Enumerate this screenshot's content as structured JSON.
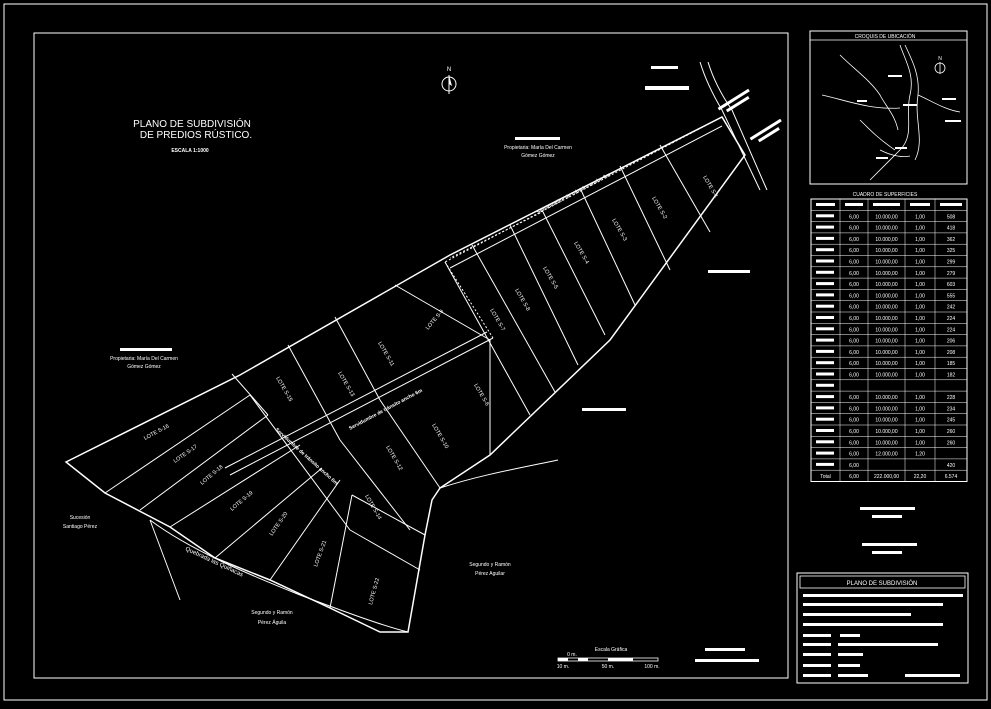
{
  "plan": {
    "title_line1": "PLANO DE SUBDIVISIÓN",
    "title_line2": "DE PREDIOS RÚSTICO.",
    "scale": "ESCALA 1:1000",
    "north": "N"
  },
  "owners": {
    "top_right_line1": "Propietaria: María Del Carmen",
    "top_right_line2": "Gómez Gómez",
    "left_line1": "Propietaria: María Del Carmen",
    "left_line2": "Gómez Gómez",
    "sucesion_line1": "Sucesión",
    "sucesion_line2": "Santiago Pérez",
    "segundo_right_line1": "Segundo y Ramón",
    "segundo_right_line2": "Pérez Aguilar",
    "segundo_bottom_line1": "Segundo y Ramón",
    "segundo_bottom_line2": "Pérez Águila"
  },
  "labels": {
    "quebrada": "Quebrada las Quiñacas",
    "servidumbre_1": "Servidumbre de tránsito ancho 6m",
    "servidumbre_2": "Servidumbre de tránsito ancho 6m",
    "servidumbre_3": "Servidumbre de tránsito ancho 6m"
  },
  "lots": [
    {
      "name": "LOTE S-1"
    },
    {
      "name": "LOTE S-2"
    },
    {
      "name": "LOTE S-3"
    },
    {
      "name": "LOTE S-4"
    },
    {
      "name": "LOTE S-5"
    },
    {
      "name": "LOTE S-6"
    },
    {
      "name": "LOTE S-7"
    },
    {
      "name": "LOTE S-8"
    },
    {
      "name": "LOTE S-9"
    },
    {
      "name": "LOTE S-10"
    },
    {
      "name": "LOTE S-11"
    },
    {
      "name": "LOTE S-12"
    },
    {
      "name": "LOTE S-13"
    },
    {
      "name": "LOTE S-14"
    },
    {
      "name": "LOTE S-15"
    },
    {
      "name": "LOTE S-16"
    },
    {
      "name": "LOTE S-17"
    },
    {
      "name": "LOTE S-18"
    },
    {
      "name": "LOTE S-19"
    },
    {
      "name": "LOTE S-20"
    },
    {
      "name": "LOTE S-21"
    },
    {
      "name": "LOTE S-22"
    }
  ],
  "scale_bar": {
    "title": "Escala Gráfica",
    "tick0": "0 m.",
    "tick1": "10 m.",
    "tick2": "50 m.",
    "tick3": "100 m."
  },
  "location": {
    "title": "CROQUIS DE UBICACIÓN",
    "north": "N"
  },
  "table": {
    "title": "CUADRO DE SUPERFICIES",
    "rows": [
      {
        "c1": "6,00",
        "c2": "10.000,00",
        "c3": "1,00",
        "c4": "508"
      },
      {
        "c1": "6,00",
        "c2": "10.000,00",
        "c3": "1,00",
        "c4": "418"
      },
      {
        "c1": "6,00",
        "c2": "10.000,00",
        "c3": "1,00",
        "c4": "362"
      },
      {
        "c1": "6,00",
        "c2": "10.000,00",
        "c3": "1,00",
        "c4": "325"
      },
      {
        "c1": "6,00",
        "c2": "10.000,00",
        "c3": "1,00",
        "c4": "299"
      },
      {
        "c1": "6,00",
        "c2": "10.000,00",
        "c3": "1,00",
        "c4": "279"
      },
      {
        "c1": "6,00",
        "c2": "10.000,00",
        "c3": "1,00",
        "c4": "603"
      },
      {
        "c1": "6,00",
        "c2": "10.000,00",
        "c3": "1,00",
        "c4": "555"
      },
      {
        "c1": "6,00",
        "c2": "10.000,00",
        "c3": "1,00",
        "c4": "242"
      },
      {
        "c1": "6,00",
        "c2": "10.000,00",
        "c3": "1,00",
        "c4": "224"
      },
      {
        "c1": "6,00",
        "c2": "10.000,00",
        "c3": "1,00",
        "c4": "224"
      },
      {
        "c1": "6,00",
        "c2": "10.000,00",
        "c3": "1,00",
        "c4": "206"
      },
      {
        "c1": "6,00",
        "c2": "10.000,00",
        "c3": "1,00",
        "c4": "208"
      },
      {
        "c1": "6,00",
        "c2": "10.000,00",
        "c3": "1,00",
        "c4": "185"
      },
      {
        "c1": "6,00",
        "c2": "10.000,00",
        "c3": "1,00",
        "c4": "182"
      },
      {
        "c1": "",
        "c2": "",
        "c3": "",
        "c4": ""
      },
      {
        "c1": "6,00",
        "c2": "10.000,00",
        "c3": "1,00",
        "c4": "228"
      },
      {
        "c1": "6,00",
        "c2": "10.000,00",
        "c3": "1,00",
        "c4": "234"
      },
      {
        "c1": "6,00",
        "c2": "10.000,00",
        "c3": "1,00",
        "c4": "245"
      },
      {
        "c1": "6,00",
        "c2": "10.000,00",
        "c3": "1,00",
        "c4": "260"
      },
      {
        "c1": "6,00",
        "c2": "10.000,00",
        "c3": "1,00",
        "c4": "260"
      },
      {
        "c1": "6,00",
        "c2": "12.000,00",
        "c3": "1,20",
        "c4": ""
      },
      {
        "c1": "6,00",
        "c2": "",
        "c3": "",
        "c4": "420"
      }
    ],
    "total_label": "Total",
    "total_c1": "6,00",
    "total_c2": "222.000,00",
    "total_c3": "22,20",
    "total_c4": "6.574"
  },
  "title_block": {
    "title": "PLANO DE SUBDIVISIÓN"
  }
}
